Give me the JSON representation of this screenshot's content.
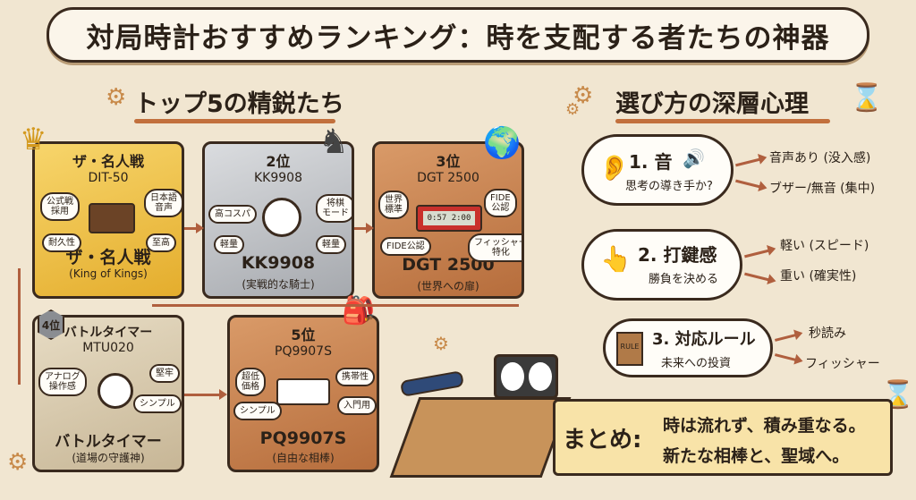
{
  "title": "対局時計おすすめランキング：時を支配する者たちの神器",
  "left_section_title": "トップ5の精鋭たち",
  "right_section_title": "選び方の深層心理",
  "cards": [
    {
      "rank": "",
      "model": "DIT-50",
      "name": "ザ・名人戦",
      "name2": "ザ・名人戦",
      "subtitle": "(King of Kings)",
      "tags": [
        "公式戦\n採用",
        "日本語\n音声",
        "耐久性",
        "至高"
      ]
    },
    {
      "rank": "2位",
      "model": "KK9908",
      "name": "KK9908",
      "subtitle": "(実戦的な騎士)",
      "tags": [
        "高コスパ",
        "将棋\nモード",
        "軽量",
        "軽量"
      ]
    },
    {
      "rank": "3位",
      "model": "DGT 2500",
      "name": "DGT 2500",
      "subtitle": "(世界への扉)",
      "tags": [
        "世界\n標準",
        "FIDE\n公認",
        "FIDE公認",
        "フィッシャー\n特化"
      ]
    },
    {
      "rank": "4位",
      "model": "MTU020",
      "name": "バトルタイマー",
      "name2": "バトルタイマー",
      "subtitle": "(道場の守護神)",
      "tags": [
        "アナログ\n操作感",
        "堅牢",
        "シンプル"
      ]
    },
    {
      "rank": "5位",
      "model": "PQ9907S",
      "name": "PQ9907S",
      "subtitle": "(自由な相棒)",
      "tags": [
        "超低\n価格",
        "携帯性",
        "シンプル",
        "入門用"
      ]
    }
  ],
  "criteria": [
    {
      "title": "1. 音",
      "sub": "思考の導き手か?",
      "options": [
        "音声あり (没入感)",
        "ブザー/無音 (集中)"
      ]
    },
    {
      "title": "2. 打鍵感",
      "sub": "勝負を決める",
      "options": [
        "軽い (スピード)",
        "重い (確実性)"
      ]
    },
    {
      "title": "3. 対応ルール",
      "sub": "未来への投資",
      "options": [
        "秒読み",
        "フィッシャー"
      ]
    }
  ],
  "rule_book_label": "RULE",
  "clock_display": "0:57 2:00",
  "summary": {
    "label": "まとめ:",
    "line1": "時は流れず、積み重なる。",
    "line2": "新たな相棒と、聖域へ。"
  },
  "colors": {
    "accent": "#b05f3e",
    "gold": "#e4ad2d",
    "summary": "#f8e3a8"
  }
}
